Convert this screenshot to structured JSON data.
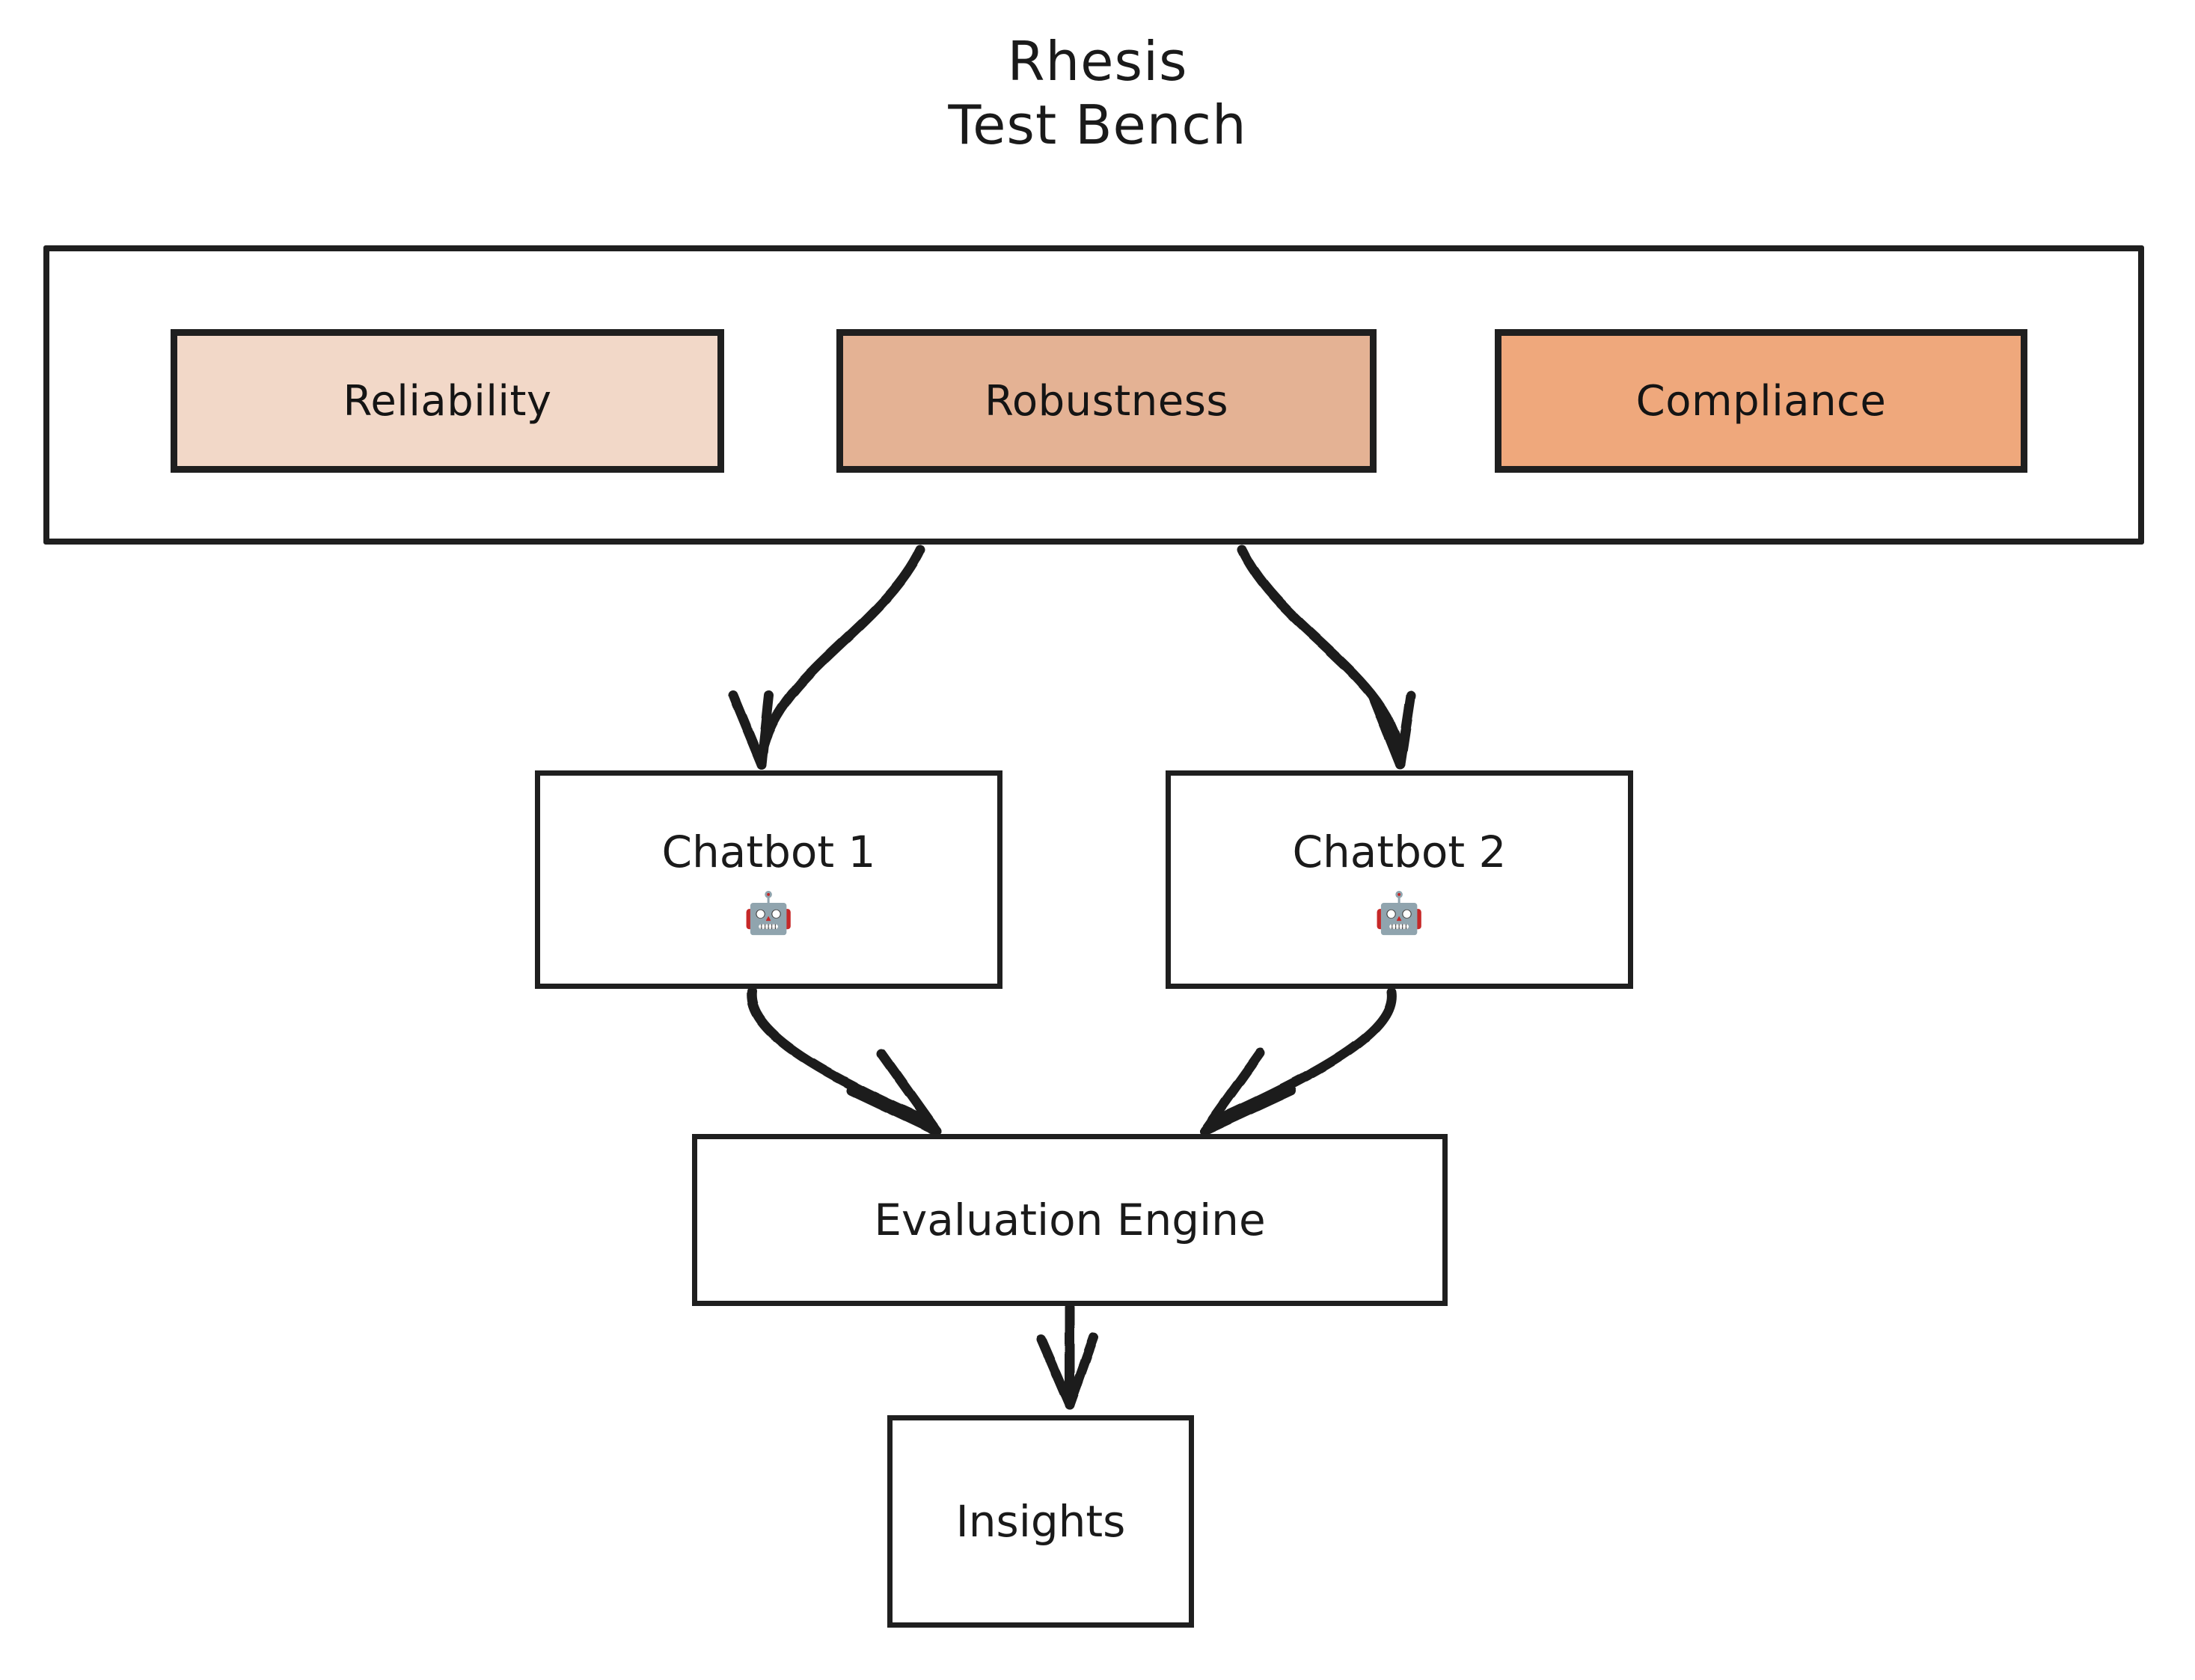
{
  "diagram": {
    "type": "flowchart",
    "title": "Rhesis\nTest Bench",
    "background_color": "#FFFFFF",
    "stroke_color": "#1F1F1F",
    "text_color": "#1A1A1A",
    "container": {
      "name": "Rhesis Test Bench",
      "fill": "#FFFFFF",
      "chips": [
        {
          "label": "Reliability",
          "fill": "#F2D8C8"
        },
        {
          "label": "Robustness",
          "fill": "#E4B294"
        },
        {
          "label": "Compliance",
          "fill": "#EFA87C"
        }
      ]
    },
    "nodes": [
      {
        "id": "chatbot1",
        "label": "Chatbot 1",
        "icon": "robot-emoji",
        "glyph": "🤖",
        "fill": "#FFFFFF"
      },
      {
        "id": "chatbot2",
        "label": "Chatbot 2",
        "icon": "robot-emoji",
        "glyph": "🤖",
        "fill": "#FFFFFF"
      },
      {
        "id": "evaluation",
        "label": "Evaluation Engine",
        "fill": "#FFFFFF"
      },
      {
        "id": "insights",
        "label": "Insights",
        "fill": "#FFFFFF"
      }
    ],
    "edges": [
      {
        "from": "container",
        "to": "chatbot1",
        "style": "curved-arrow"
      },
      {
        "from": "container",
        "to": "chatbot2",
        "style": "curved-arrow"
      },
      {
        "from": "chatbot1",
        "to": "evaluation",
        "style": "curved-arrow"
      },
      {
        "from": "chatbot2",
        "to": "evaluation",
        "style": "curved-arrow"
      },
      {
        "from": "evaluation",
        "to": "insights",
        "style": "straight-arrow"
      }
    ]
  }
}
